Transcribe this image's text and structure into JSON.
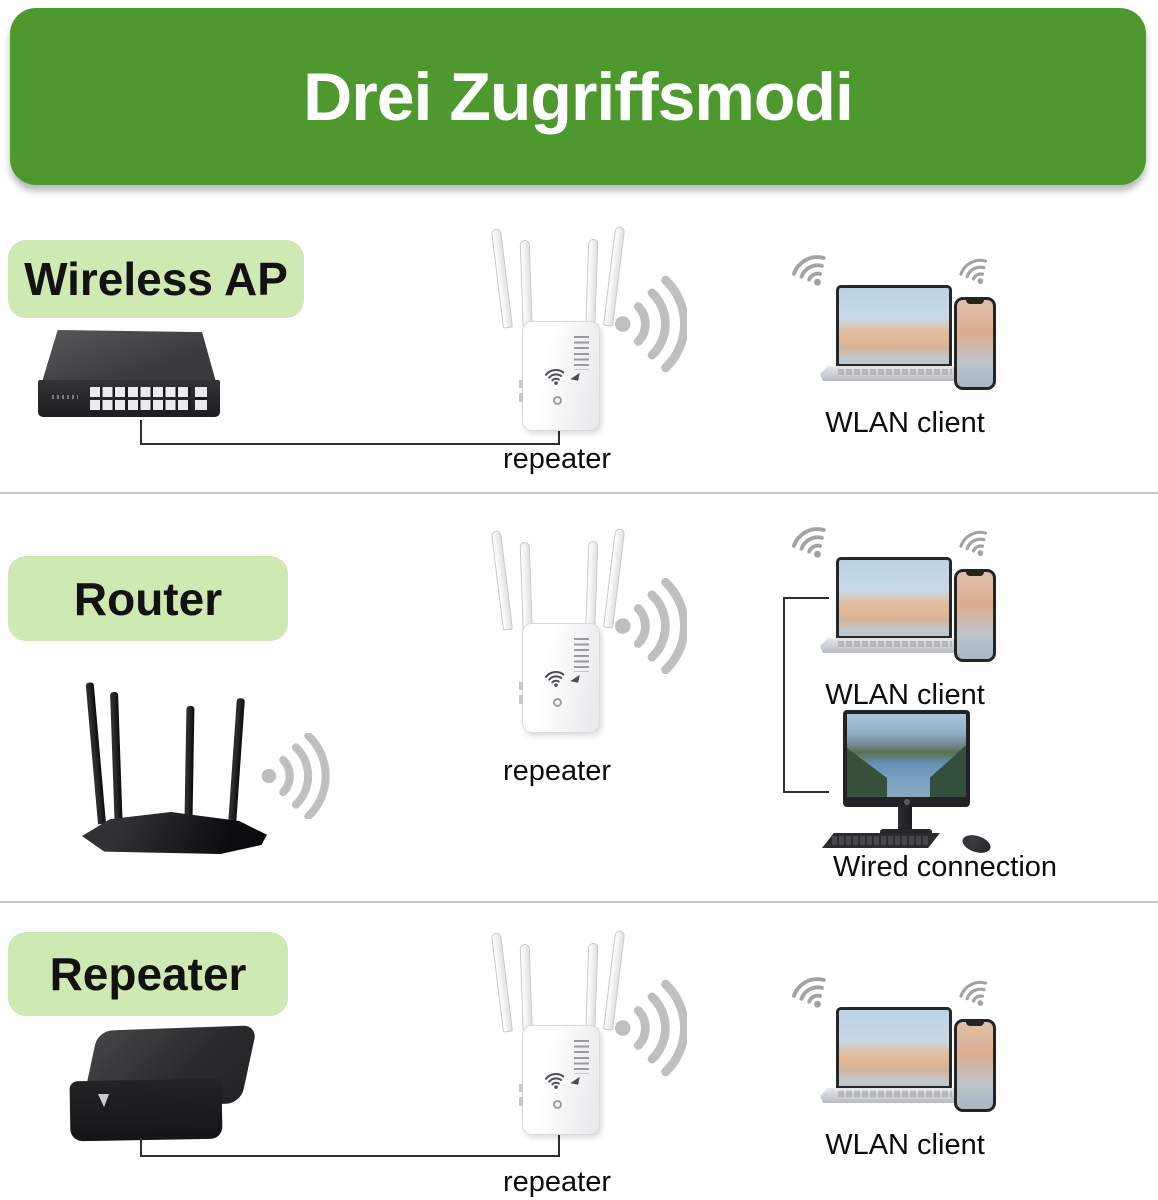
{
  "title": "Drei Zugriffsmodi",
  "sections": [
    {
      "label": "Wireless AP",
      "source_device_icon": "network-switch-icon",
      "repeater_caption": "repeater",
      "wlan_caption": "WLAN client"
    },
    {
      "label": "Router",
      "source_device_icon": "wifi-router-icon",
      "repeater_caption": "repeater",
      "wlan_caption": "WLAN client",
      "wired_caption": "Wired connection"
    },
    {
      "label": "Repeater",
      "source_device_icon": "modem-box-icon",
      "repeater_caption": "repeater",
      "wlan_caption": "WLAN client"
    }
  ],
  "colors": {
    "banner_green": "#4d992e",
    "label_green": "#cfe9b3",
    "line_dark": "#2f2f2f",
    "wifi_gray": "#bdbdbd",
    "divider_gray": "#c9c9c9"
  },
  "icons": {
    "repeater_device": "wifi-repeater-icon",
    "signal_beside_repeater": "wifi-signal-arcs-icon",
    "client_wireless": "wifi-fan-icon",
    "client_devices": [
      "laptop-icon",
      "smartphone-icon"
    ],
    "wired_devices": [
      "monitor-icon",
      "keyboard-icon",
      "mouse-icon"
    ]
  }
}
